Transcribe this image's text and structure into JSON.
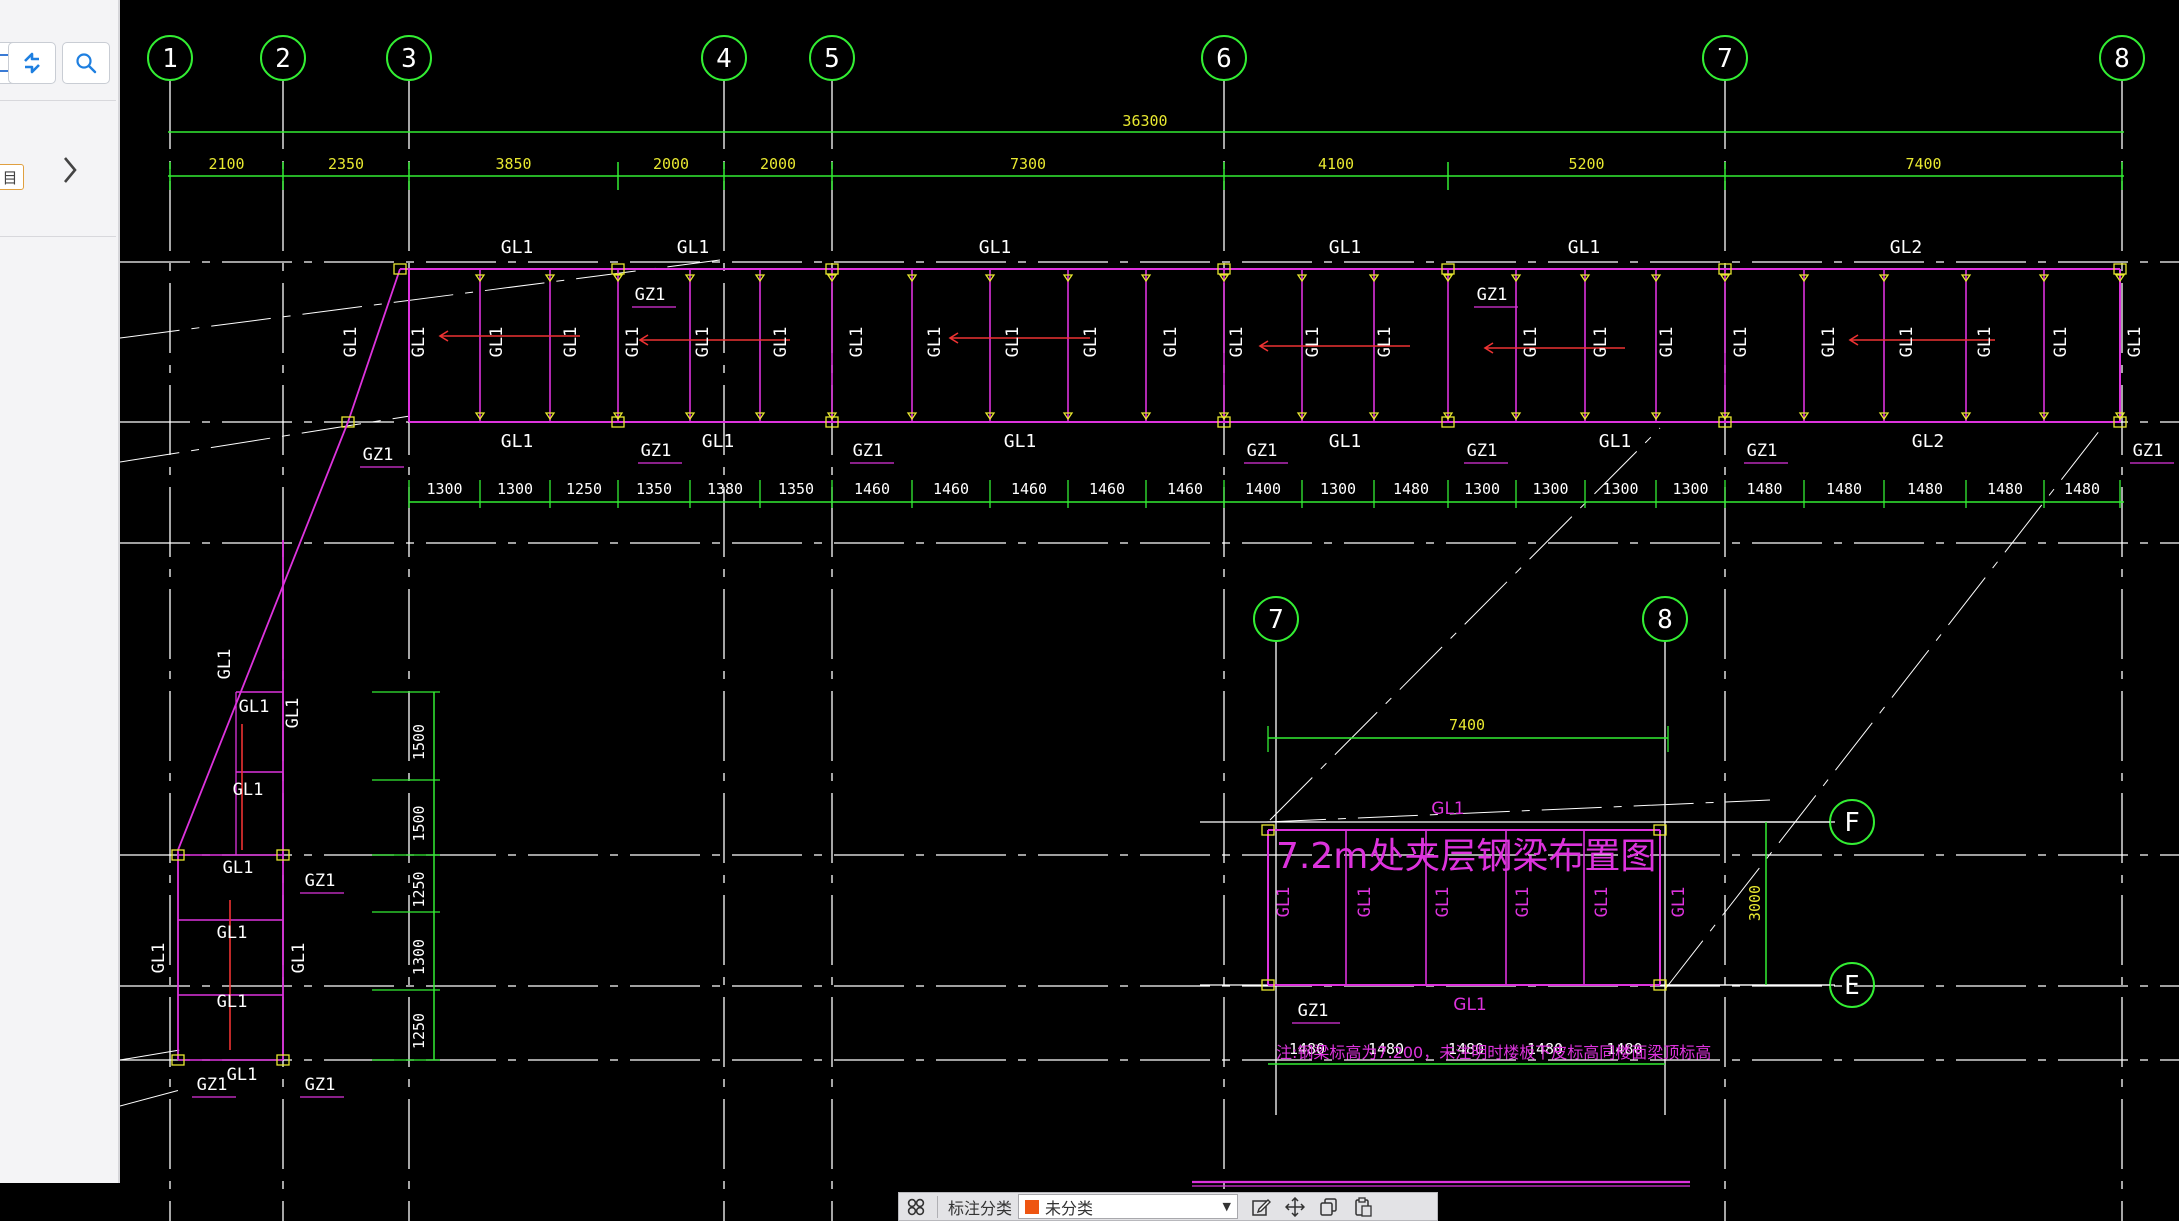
{
  "left_panel": {
    "buttons": [
      {
        "name": "unknown-square-button",
        "icon": "square-icon"
      },
      {
        "name": "sync-button",
        "icon": "sync-icon"
      },
      {
        "name": "search-button",
        "icon": "search-icon"
      }
    ],
    "label_tag": "目",
    "expand_icon": "chevron-right-icon"
  },
  "colors": {
    "axis": "#33ee33",
    "dimension": "#33ee33",
    "dim_text": "#e8e830",
    "beam": "#dd33dd",
    "beam_text": "#dd33dd",
    "label_text": "#ffffff",
    "grid_line": "#ffffff",
    "node_marker": "#e8e830",
    "arrow": "#ee3333",
    "category_swatch": "#ee5511"
  },
  "drawing": {
    "axes_top": [
      "1",
      "2",
      "3",
      "4",
      "5",
      "6",
      "7",
      "8"
    ],
    "overall_dim": "36300",
    "top_dims": [
      "2100",
      "2350",
      "3850",
      "2000",
      "2000",
      "7300",
      "4100",
      "5200",
      "7400"
    ],
    "bottom_dims": [
      "1300",
      "1300",
      "1250",
      "1350",
      "1380",
      "1350",
      "1460",
      "1460",
      "1460",
      "1460",
      "1460",
      "1400",
      "1300",
      "1480",
      "1300",
      "1300",
      "1300",
      "1300",
      "1480",
      "1480",
      "1480",
      "1480",
      "1480"
    ],
    "top_beam_labels": [
      "GL1",
      "GL1",
      "GL1",
      "GL1",
      "GL1",
      "GL2"
    ],
    "bottom_beam_labels": [
      "GL1",
      "GL1",
      "GL1",
      "GL1",
      "GL1",
      "GL2"
    ],
    "vertical_beam_label": "GL1",
    "column_label": "GZ1",
    "left_dims": [
      "1500",
      "1500",
      "1250",
      "1300",
      "1250"
    ],
    "left_beam_labels": [
      "GL1",
      "GL1",
      "GL1",
      "GL1",
      "GL1",
      "GL1",
      "GL1"
    ],
    "detail": {
      "axes": [
        "7",
        "8"
      ],
      "side_axes": [
        "F",
        "E"
      ],
      "width_dim": "7400",
      "height_dim": "3000",
      "title": "7.2m处夹层钢梁布置图",
      "top_label": "GL1",
      "bottom_label": "GL1",
      "note": "注:钢梁标高为7.200，未注明时楼板下皮标高同楼面梁顶标高",
      "bottom_dims": [
        "1480",
        "1480",
        "1480",
        "1480",
        "1480"
      ]
    }
  },
  "toolbar": {
    "category_label": "标注分类",
    "category_value": "未分类",
    "tools": [
      "edit-icon",
      "move-icon",
      "copy-icon",
      "paste-icon"
    ]
  }
}
